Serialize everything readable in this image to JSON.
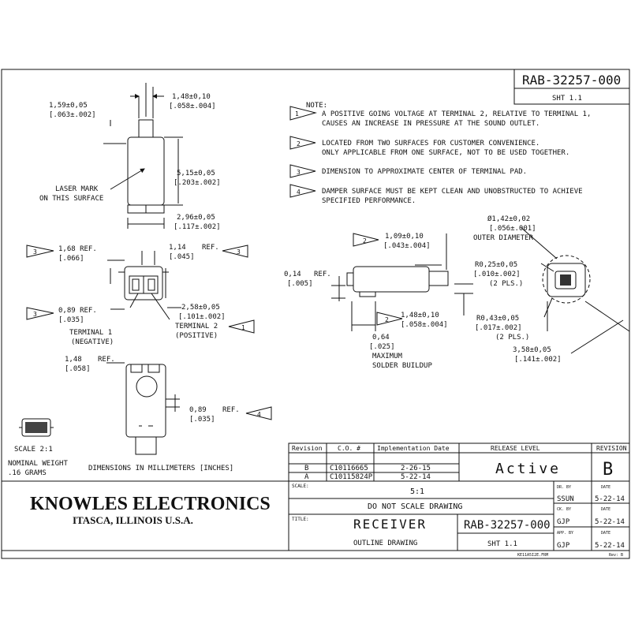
{
  "header": {
    "drawing_no": "RAB-32257-000",
    "sheet": "SHT 1.1"
  },
  "notes": {
    "title": "NOTE:",
    "n1a": "A POSITIVE GOING VOLTAGE AT TERMINAL 2, RELATIVE TO TERMINAL 1,",
    "n1b": "CAUSES AN INCREASE IN PRESSURE AT THE SOUND OUTLET.",
    "n2a": "LOCATED FROM TWO SURFACES FOR CUSTOMER CONVENIENCE.",
    "n2b": "ONLY APPLICABLE FROM ONE SURFACE, NOT TO BE USED TOGETHER.",
    "n3": "DIMENSION TO APPROXIMATE CENTER OF TERMINAL PAD.",
    "n4a": "DAMPER SURFACE MUST BE KEPT CLEAN AND UNOBSTRUCTED TO ACHIEVE",
    "n4b": "SPECIFIED PERFORMANCE."
  },
  "flags": {
    "f1": "1",
    "f2": "2",
    "f3": "3",
    "f4": "4"
  },
  "dims": {
    "d159a": "1,59±0,05",
    "d159b": "[.063±.002]",
    "d148a": "1,48±0,10",
    "d148b": "[.058±.004]",
    "laser1": "LASER MARK",
    "laser2": "ON THIS SURFACE",
    "d515a": "5,15±0,05",
    "d515b": "[.203±.002]",
    "d296a": "2,96±0,05",
    "d296b": "[.117±.002]",
    "d168a": "1,68 REF.",
    "d168b": "[.066]",
    "d114a": "1,14",
    "d114b": "[.045]",
    "ref": "REF.",
    "d089a": "0,89 REF.",
    "d089b": "[.035]",
    "d258a": "2,58±0,05",
    "d258b": "[.101±.002]",
    "term1a": "TERMINAL 1",
    "term1b": "(NEGATIVE)",
    "term2a": "TERMINAL 2",
    "term2b": "(POSITIVE)",
    "d148r": "1,48",
    "d148rb": "[.058]",
    "ref2": "REF.",
    "d089r": "0,89",
    "d089rb": "[.035]",
    "ref3": "REF.",
    "d109a": "1,09±0,10",
    "d109b": "[.043±.004]",
    "d014a": "0,14",
    "d014ref": "REF.",
    "d014b": "[.005]",
    "d148sa": "1,48±0,10",
    "d148sb": "[.058±.004]",
    "d064a": "0,64",
    "d064b": "[.025]",
    "maxa": "MAXIMUM",
    "maxb": "SOLDER BUILDUP",
    "d142a": "Ø1,42±0,02",
    "d142b": "[.056±.001]",
    "outer": "OUTER DIAMETER",
    "r025a": "R0,25±0,05",
    "r025b": "[.010±.002]",
    "r025c": "(2 PLS.)",
    "r043a": "R0,43±0,05",
    "r043b": "[.017±.002]",
    "r043c": "(2 PLS.)",
    "d358a": "3,58±0,05",
    "d358b": "[.141±.002]"
  },
  "scale_note": {
    "s1": "SCALE  2:1",
    "s2": "NOMINAL WEIGHT",
    "s3": ".16 GRAMS"
  },
  "units_note": "DIMENSIONS IN MILLIMETERS [INCHES]",
  "revision_table": {
    "h_rev": "Revision",
    "h_co": "C.O. #",
    "h_date": "Implementation Date",
    "h_release": "RELEASE LEVEL",
    "h_revision": "REVISION",
    "rows": [
      {
        "rev": "B",
        "co": "C10116665",
        "date": "2-26-15"
      },
      {
        "rev": "A",
        "co": "C10115824P",
        "date": "5-22-14"
      }
    ],
    "release": "Active",
    "revision": "B"
  },
  "title_block": {
    "company": "KNOWLES ELECTRONICS",
    "location": "ITASCA, ILLINOIS U.S.A.",
    "scale_lbl": "SCALE:",
    "scale": "5:1",
    "no_scale": "DO NOT SCALE DRAWING",
    "title_lbl": "TITLE:",
    "title": "RECEIVER",
    "subtitle": "OUTLINE DRAWING",
    "dwg": "RAB-32257-000",
    "sht": "SHT 1.1",
    "dr_lbl": "DR. BY",
    "date_lbl": "DATE",
    "dr": "SSUN",
    "dr_date": "5-22-14",
    "ck_lbl": "CK. BY",
    "ck": "GJP",
    "ck_date": "5-22-14",
    "app_lbl": "APP. BY",
    "app": "GJP",
    "app_date": "5-22-14",
    "form": "KE11A5I2E.FRM",
    "form_rev": "Rev: B"
  }
}
